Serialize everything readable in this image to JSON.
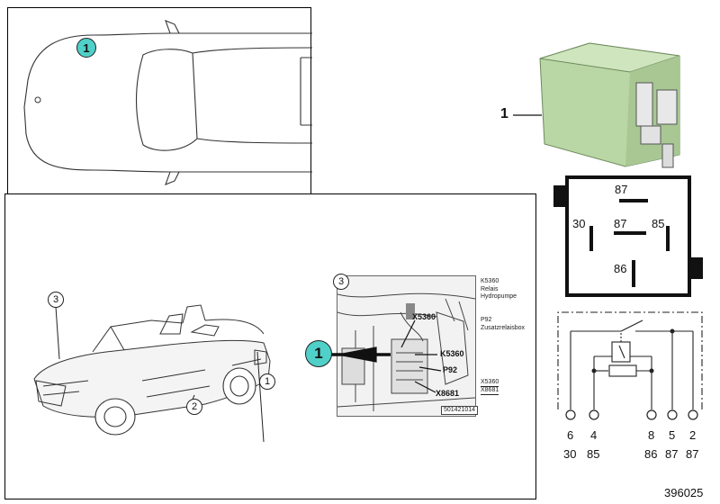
{
  "diagram_id": "396025",
  "top_view": {
    "callout": "1"
  },
  "car_view": {
    "labels": [
      "3",
      "2",
      "1"
    ]
  },
  "detail_photo": {
    "callout_main": "1",
    "callout_3": "3",
    "labels": {
      "x5360": "X5360",
      "k5360": "K5360",
      "p92": "P92",
      "x8681": "X8681"
    },
    "side_notes": {
      "k5360_code": "K5360",
      "k5360_desc": "Relais Hydropumpe",
      "p92_code": "P92",
      "p92_desc": "Zusatzrelaisbox",
      "x5360": "X5360",
      "x8681": "X8681"
    },
    "image_code": "501421014"
  },
  "relay": {
    "part_label": "1",
    "pins_face": {
      "top": "87",
      "left": "30",
      "center": "87",
      "right": "85",
      "bottom": "86"
    }
  },
  "schematic": {
    "pins": [
      {
        "num": "6",
        "terminal": "30"
      },
      {
        "num": "4",
        "terminal": "85"
      },
      {
        "num": "8",
        "terminal": "86"
      },
      {
        "num": "5",
        "terminal": "87"
      },
      {
        "num": "2",
        "terminal": "87"
      }
    ]
  },
  "colors": {
    "callout": "#4fd0c8",
    "relay_body": "#b9d7a4"
  }
}
